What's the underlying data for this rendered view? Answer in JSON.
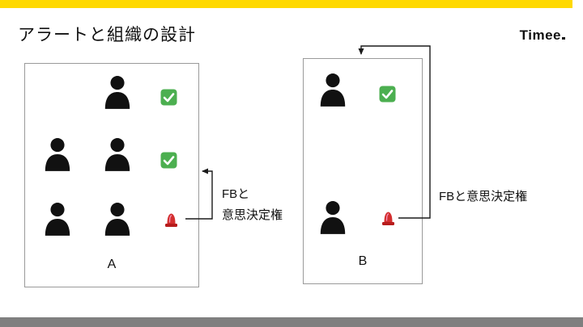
{
  "slide": {
    "title": "アラートと組織の設計",
    "logo": "Timee",
    "colors": {
      "top_bar": "#FFD900",
      "bottom_bar": "#7F7F7F",
      "check_green": "#4CAF50",
      "alert_red": "#D32F2F",
      "box_border": "#999999",
      "text": "#111111"
    }
  },
  "diagram": {
    "box_a": {
      "label": "A",
      "rows": [
        {
          "persons": 1,
          "status": "check"
        },
        {
          "persons": 2,
          "status": "check"
        },
        {
          "persons": 2,
          "status": "alert"
        }
      ]
    },
    "box_b": {
      "label": "B",
      "rows": [
        {
          "persons": 1,
          "status": "check"
        },
        {
          "persons": 1,
          "status": "alert"
        }
      ]
    },
    "annotation_left": {
      "line1": "FBと",
      "line2": "意思決定権"
    },
    "annotation_right": {
      "text": "FBと意思決定権"
    }
  }
}
